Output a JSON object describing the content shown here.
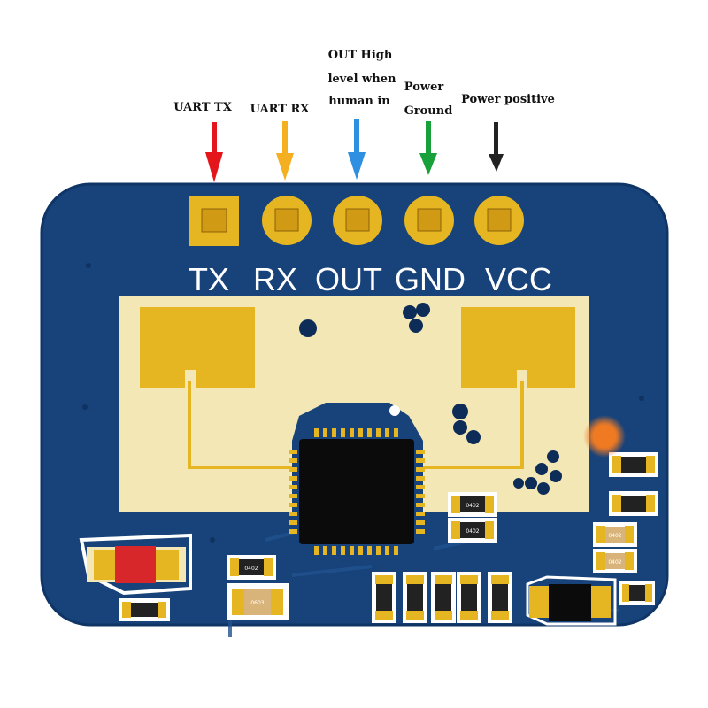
{
  "annotations": {
    "uart_tx": "UART TX",
    "uart_rx": "UART RX",
    "out_line1": "OUT High",
    "out_line2": "level when",
    "out_line3": "human in",
    "gnd_line1": "Power",
    "gnd_line2": "Ground",
    "vcc_line1": "Power positive"
  },
  "silkscreen": {
    "tx": "TX",
    "rx": "RX",
    "out": "OUT",
    "gnd": "GND",
    "vcc": "VCC"
  },
  "component_markings": {
    "r1": "0402",
    "r2": "0402",
    "r3": "0402",
    "r4": "0603",
    "r5": "0402",
    "r6": "0402"
  },
  "colors": {
    "board": "#17427a",
    "board_edge": "#0f3466",
    "antenna_area": "#f3e7b6",
    "gold": "#e6b622",
    "gold_dark": "#b98a10",
    "arrow_tx": "#e4161b",
    "arrow_rx": "#f5b021",
    "arrow_out": "#2f8fe0",
    "arrow_gnd": "#18a03a",
    "arrow_vcc": "#222222",
    "chip": "#0b0b0b",
    "led": "#d8272b"
  },
  "icons": {
    "arrow": "down-arrow-icon",
    "chip": "ic-chip-icon"
  }
}
